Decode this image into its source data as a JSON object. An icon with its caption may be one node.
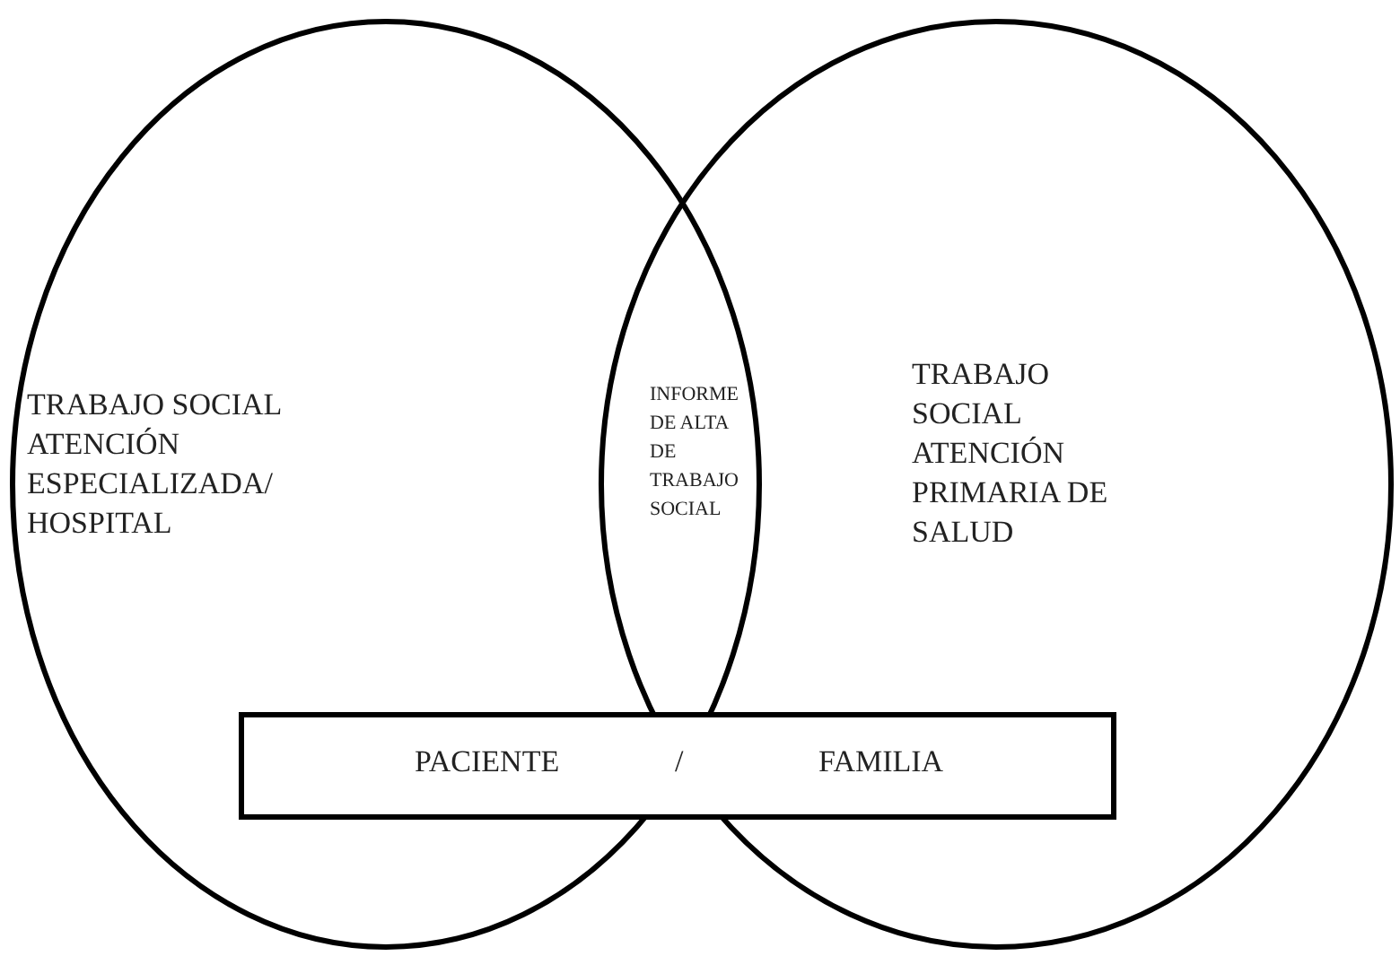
{
  "diagram": {
    "nodes": [
      {
        "text": [
          "TRABAJO SOCIAL ATENCIÓN ESPECIALIZADA/ HOSPITAL"
        ]
      },
      {
        "text": [
          "TRABAJO SOCIAL ATENCIÓN PRIMARIA DE SALUD"
        ]
      },
      {
        "text": [
          "PACIENTE",
          "/",
          "FAMILIA"
        ]
      }
    ],
    "edges": [],
    "labels": [
      "INFORME DE ALTA DE TRABAJO SOCIAL"
    ]
  }
}
